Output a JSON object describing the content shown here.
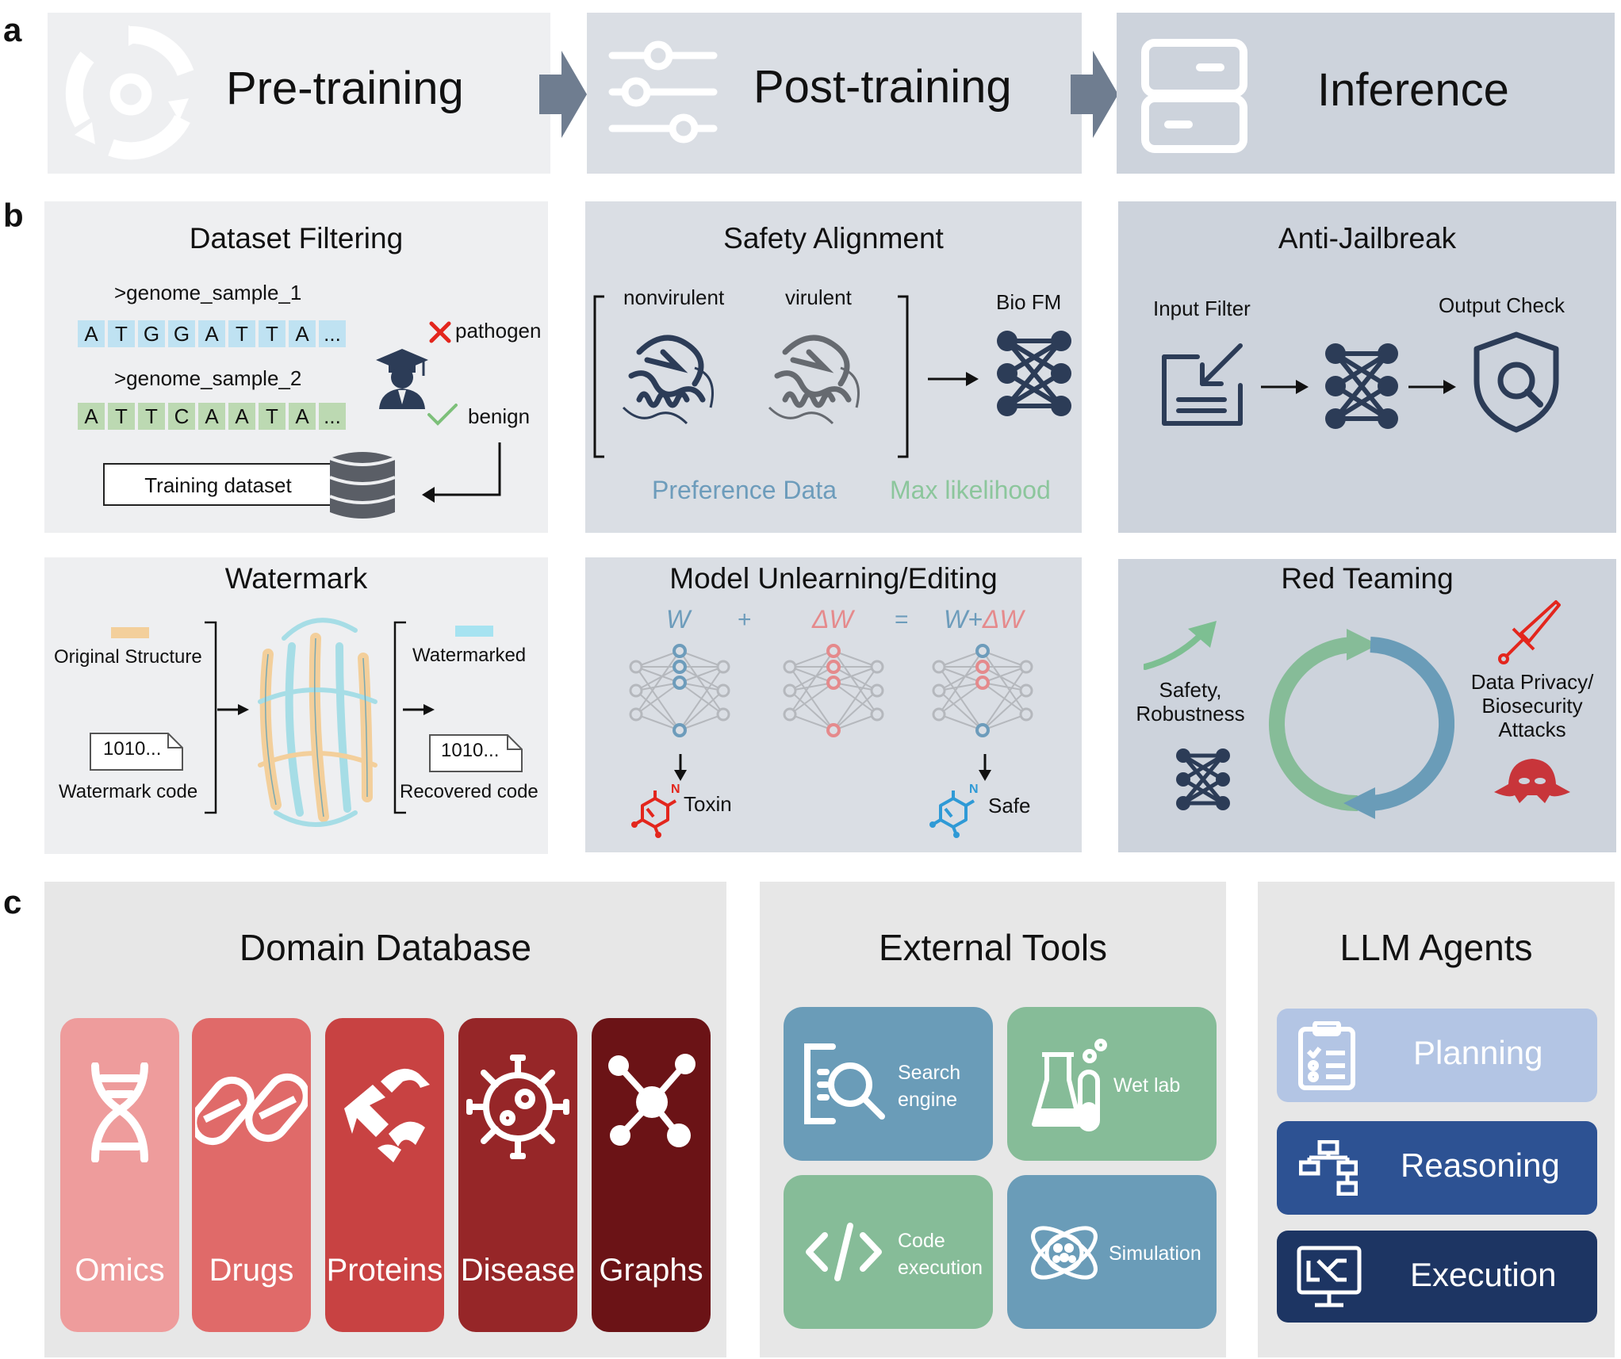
{
  "section_labels": {
    "a": "a",
    "b": "b",
    "c": "c"
  },
  "pipeline": {
    "pretraining": "Pre-training",
    "posttraining": "Post-training",
    "inference": "Inference"
  },
  "dataset_filtering": {
    "title": "Dataset Filtering",
    "sample1": ">genome_sample_1",
    "seq1": [
      "A",
      "T",
      "G",
      "G",
      "A",
      "T",
      "T",
      "A",
      "..."
    ],
    "sample2": ">genome_sample_2",
    "seq2": [
      "A",
      "T",
      "T",
      "C",
      "A",
      "A",
      "T",
      "A",
      "..."
    ],
    "pathogen": "pathogen",
    "benign": "benign",
    "training_dataset": "Training dataset"
  },
  "safety_alignment": {
    "title": "Safety Alignment",
    "nonvirulent": "nonvirulent",
    "virulent": "virulent",
    "biofm": "Bio FM",
    "preference": "Preference Data",
    "maxlik": "Max likelihood"
  },
  "anti_jailbreak": {
    "title": "Anti-Jailbreak",
    "input_filter": "Input Filter",
    "output_check": "Output Check"
  },
  "watermark": {
    "title": "Watermark",
    "original": "Original Structure",
    "code_in": "1010...",
    "wm_code": "Watermark code",
    "watermarked": "Watermarked",
    "code_out": "1010...",
    "recovered": "Recovered code"
  },
  "unlearning": {
    "title": "Model Unlearning/Editing",
    "w": "W",
    "plus": "+",
    "dw": "ΔW",
    "eq": "=",
    "wdw": "W+ΔW",
    "toxin": "Toxin",
    "safe": "Safe",
    "toxin_atom": "N",
    "safe_atom": "N"
  },
  "red_teaming": {
    "title": "Red Teaming",
    "safety": "Safety,",
    "robustness": "Robustness",
    "privacy1": "Data Privacy/",
    "privacy2": "Biosecurity",
    "privacy3": "Attacks"
  },
  "domain_db": {
    "title": "Domain Database",
    "cards": [
      {
        "label": "Omics",
        "color": "#ee9c9c"
      },
      {
        "label": "Drugs",
        "color": "#e06a69"
      },
      {
        "label": "Proteins",
        "color": "#c84242"
      },
      {
        "label": "Disease",
        "color": "#962628"
      },
      {
        "label": "Graphs",
        "color": "#6b1316"
      }
    ]
  },
  "external_tools": {
    "title": "External Tools",
    "search1": "Search",
    "search2": "engine",
    "wetlab": "Wet lab",
    "code1": "Code",
    "code2": "execution",
    "simulation": "Simulation"
  },
  "llm_agents": {
    "title": "LLM Agents",
    "planning": "Planning",
    "reasoning": "Reasoning",
    "execution": "Execution"
  },
  "colors": {
    "panel_light": "#eeeff1",
    "panel_mid": "#dadee4",
    "panel_dark": "#cdd3dc",
    "panel_gray": "#e7e7e7",
    "seq_blue": "#bfe2f2",
    "seq_green": "#bcd9b2",
    "icon_navy": "#2c3c57",
    "tool_blue": "#6a9cb8",
    "tool_green": "#86bc98",
    "agent_planning": "#b3c5e4",
    "agent_reasoning": "#2d5293",
    "agent_execution": "#1d3563"
  }
}
